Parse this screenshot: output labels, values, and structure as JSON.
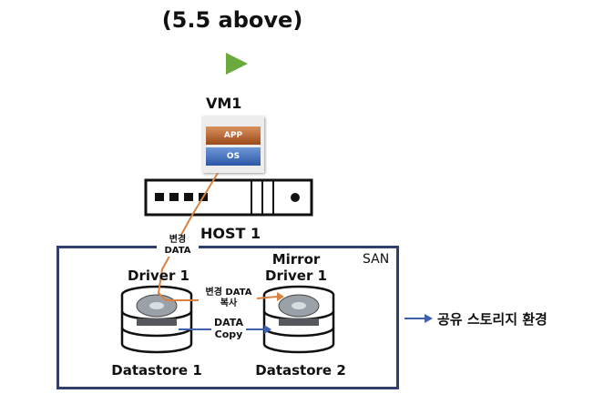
{
  "title": "(5.5 above)",
  "vm": {
    "label": "VM1",
    "app": "APP",
    "os": "OS"
  },
  "host": {
    "label": "HOST 1"
  },
  "san": {
    "label": "SAN"
  },
  "changed_data": "변경\nDATA",
  "changed_data_copy": "변경 DATA\n복사",
  "data_copy": "DATA\nCopy",
  "driver1": "Driver 1",
  "mirror_driver": "Mirror\nDriver 1",
  "datastore1": "Datastore 1",
  "datastore2": "Datastore 2",
  "shared_storage": "공유 스토리지 환경",
  "colors": {
    "accent_green": "#6aaa3c",
    "orange": "#d9823f",
    "blue": "#3f5fb0",
    "navy": "#2f3f6e"
  }
}
